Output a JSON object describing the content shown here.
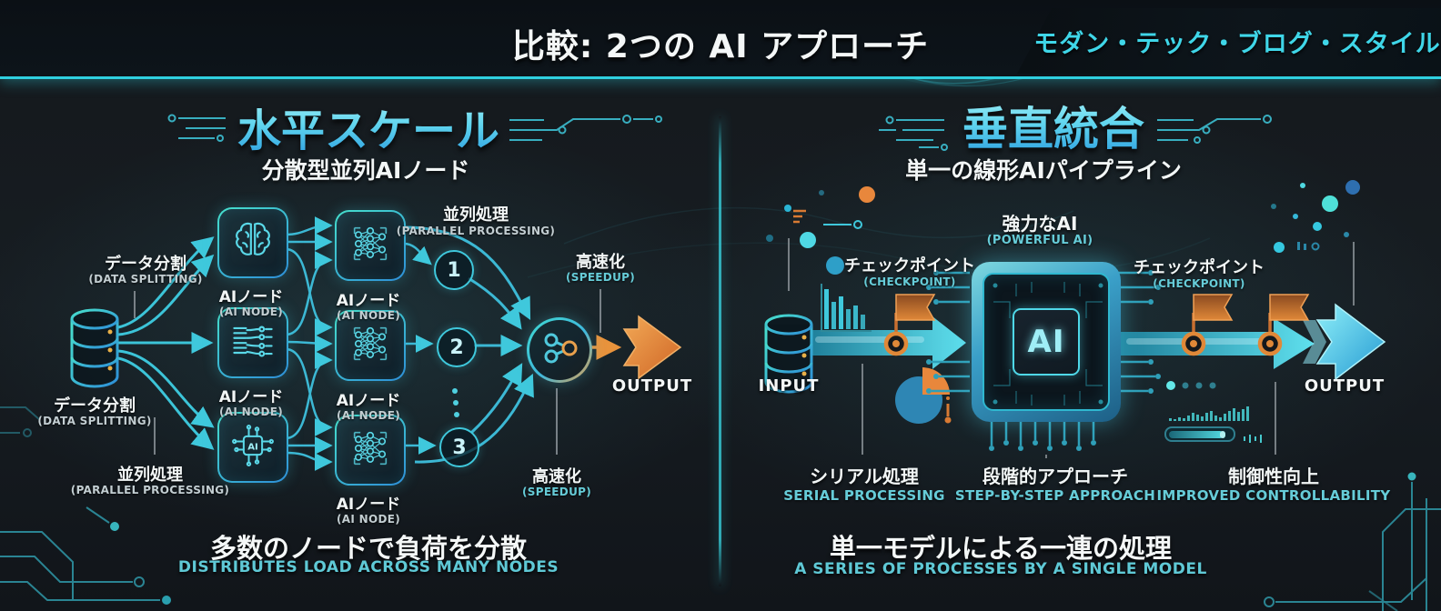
{
  "header": {
    "title": "比較: 2つの AI アプローチ",
    "badge": "モダン・テック・ブログ・スタイル"
  },
  "left": {
    "title": "水平スケール",
    "subtitle": "分散型並列AIノード",
    "labels": {
      "data_splitting_jp": "データ分割",
      "data_splitting_en": "(DATA SPLITTING)",
      "ai_node_jp": "AIノード",
      "ai_node_en": "(AI NODE)",
      "parallel_jp": "並列処理",
      "parallel_en": "(PARALLEL PROCESSING)",
      "speedup_jp": "高速化",
      "speedup_en": "(SPEEDUP)",
      "chip_icon_text": "AI",
      "output": "OUTPUT"
    },
    "numbers": [
      "1",
      "2",
      "3"
    ],
    "caption_jp": "多数のノードで負荷を分散",
    "caption_en": "DISTRIBUTES LOAD ACROSS MANY NODES"
  },
  "right": {
    "title": "垂直統合",
    "subtitle": "単一の線形AIパイプライン",
    "labels": {
      "input": "INPUT",
      "output": "OUTPUT",
      "checkpoint_jp": "チェックポイント",
      "checkpoint_en": "(CHECKPOINT)",
      "powerful_ai_jp": "強力なAI",
      "powerful_ai_en": "(POWERFUL AI)",
      "chip_text": "AI"
    },
    "features": [
      {
        "jp": "シリアル処理",
        "en": "SERIAL PROCESSING"
      },
      {
        "jp": "段階的アプローチ",
        "en": "STEP-BY-STEP APPROACH"
      },
      {
        "jp": "制御性向上",
        "en": "IMPROVED CONTROLLABILITY"
      }
    ],
    "caption_jp": "単一モデルによる一連の処理",
    "caption_en": "A SERIES OF PROCESSES BY A SINGLE MODEL"
  },
  "colors": {
    "accent_cyan": "#3fd6e8",
    "accent_orange": "#e8873c",
    "accent_blue": "#2e8fd8",
    "background": "#14181c"
  }
}
